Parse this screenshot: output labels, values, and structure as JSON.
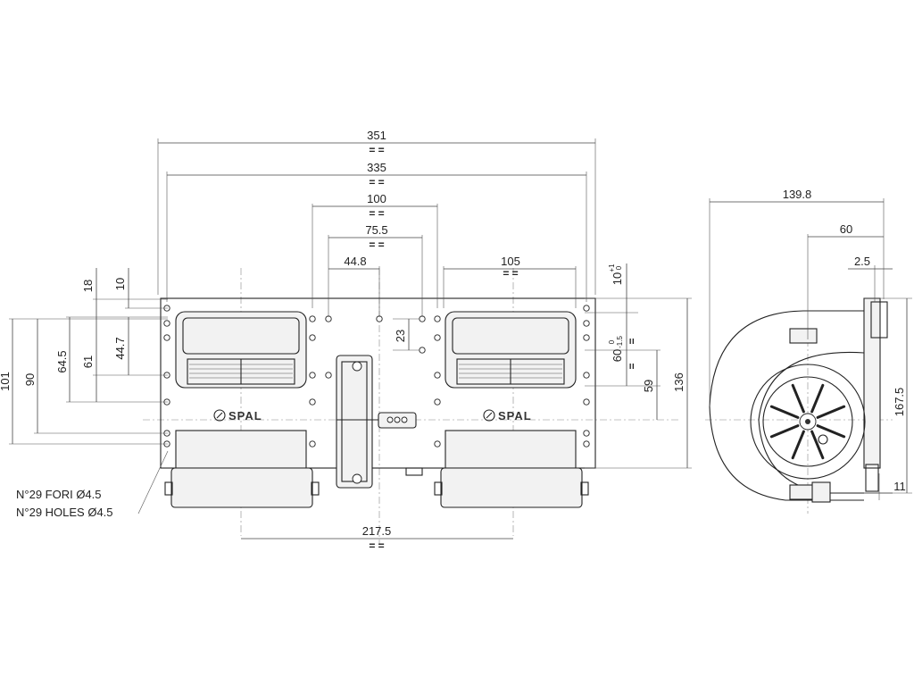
{
  "brand": {
    "left_logo": "SPAL",
    "right_logo": "SPAL"
  },
  "front_view": {
    "widths": {
      "overall": "351",
      "overall_eq": "= =",
      "mounting": "335",
      "mounting_eq": "= =",
      "inner_holes": "100",
      "inner_holes_eq": "= =",
      "inner_pair": "75.5",
      "inner_pair_eq": "= =",
      "center_offset": "44.8",
      "right_outlet": "105",
      "right_outlet_eq": "= =",
      "outlet_centers": "217.5",
      "outlet_centers_eq": "= ="
    },
    "left_heights": {
      "h101": "101",
      "h90": "90",
      "h64_5": "64.5",
      "h61": "61",
      "h18": "18",
      "h44_7": "44.7",
      "h10": "10"
    },
    "right_heights": {
      "h10_tol": "10",
      "h10_sup": "+1",
      "h10_sub": "0",
      "h23": "23",
      "h60": "60",
      "h60_sup": "0",
      "h60_sub": "-1.5",
      "h60_eq": "=",
      "h59": "59",
      "h136": "136"
    },
    "holes_note_it": "N°29 FORI Ø4.5",
    "holes_note_en": "N°29 HOLES Ø4.5"
  },
  "side_view": {
    "depth": "139.8",
    "depth_60": "60",
    "flange": "2.5",
    "height": "167.5",
    "bottom": "11"
  }
}
